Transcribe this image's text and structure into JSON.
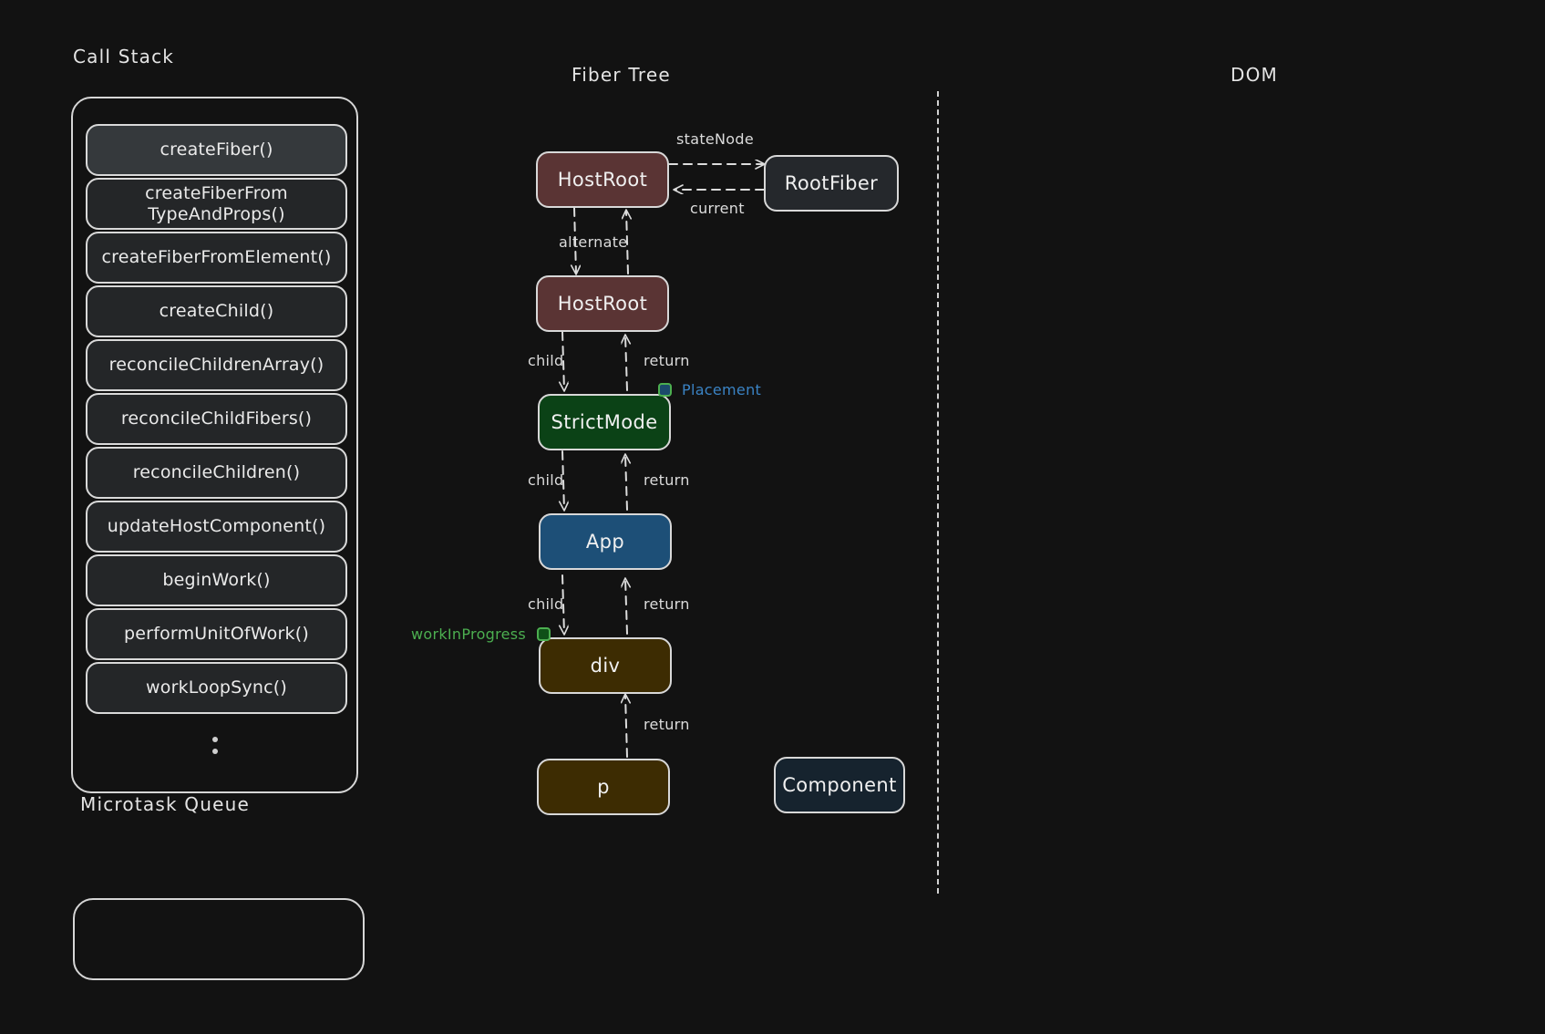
{
  "sections": {
    "call_stack_title": "Call Stack",
    "microtask_title": "Microtask Queue",
    "fiber_tree_title": "Fiber Tree",
    "dom_title": "DOM"
  },
  "call_stack": {
    "frames": [
      {
        "label": "createFiber()",
        "active": true
      },
      {
        "label": "createFiberFrom\nTypeAndProps()",
        "active": false
      },
      {
        "label": "createFiberFromElement()",
        "active": false
      },
      {
        "label": "createChild()",
        "active": false
      },
      {
        "label": "reconcileChildrenArray()",
        "active": false
      },
      {
        "label": "reconcileChildFibers()",
        "active": false
      },
      {
        "label": "reconcileChildren()",
        "active": false
      },
      {
        "label": "updateHostComponent()",
        "active": false
      },
      {
        "label": "beginWork()",
        "active": false
      },
      {
        "label": "performUnitOfWork()",
        "active": false
      },
      {
        "label": "workLoopSync()",
        "active": false
      }
    ],
    "overflow_indicator": "vertical-ellipsis"
  },
  "microtask_queue": {
    "items": []
  },
  "fiber_tree": {
    "nodes": [
      {
        "id": "hostroot-current",
        "label": "HostRoot",
        "color": "#5a3434"
      },
      {
        "id": "rootfiber",
        "label": "RootFiber",
        "color": "#25282c"
      },
      {
        "id": "hostroot-wip",
        "label": "HostRoot",
        "color": "#5a3434"
      },
      {
        "id": "strictmode",
        "label": "StrictMode",
        "color": "#0b4216"
      },
      {
        "id": "app",
        "label": "App",
        "color": "#1d4f77"
      },
      {
        "id": "div",
        "label": "div",
        "color": "#3d2c02"
      },
      {
        "id": "p",
        "label": "p",
        "color": "#3d2c02"
      },
      {
        "id": "component",
        "label": "Component",
        "color": "#16232e"
      }
    ],
    "edges": [
      {
        "from": "hostroot-current",
        "to": "rootfiber",
        "label": "stateNode"
      },
      {
        "from": "rootfiber",
        "to": "hostroot-current",
        "label": "current"
      },
      {
        "from": "hostroot-current",
        "to": "hostroot-wip",
        "label": "alternate"
      },
      {
        "from": "hostroot-wip",
        "to": "strictmode",
        "label": "child"
      },
      {
        "from": "strictmode",
        "to": "hostroot-wip",
        "label": "return"
      },
      {
        "from": "strictmode",
        "to": "app",
        "label": "child"
      },
      {
        "from": "app",
        "to": "strictmode",
        "label": "return"
      },
      {
        "from": "app",
        "to": "div",
        "label": "child"
      },
      {
        "from": "div",
        "to": "app",
        "label": "return"
      },
      {
        "from": "p",
        "to": "div",
        "label": "return"
      }
    ],
    "markers": [
      {
        "id": "placement",
        "label": "Placement",
        "color": "#3a83c4",
        "swatch_fill": "#1b4a6b",
        "swatch_border": "#4caf50",
        "attached_to": "strictmode"
      },
      {
        "id": "workinprogress",
        "label": "workInProgress",
        "color": "#4caf50",
        "swatch_fill": "#0f5018",
        "swatch_border": "#4caf50",
        "attached_to": "div"
      }
    ]
  },
  "colors": {
    "background": "#121212",
    "stroke": "#d8d8d8",
    "text": "#eaeaea",
    "placement_blue": "#3a83c4",
    "wip_green": "#4caf50"
  }
}
